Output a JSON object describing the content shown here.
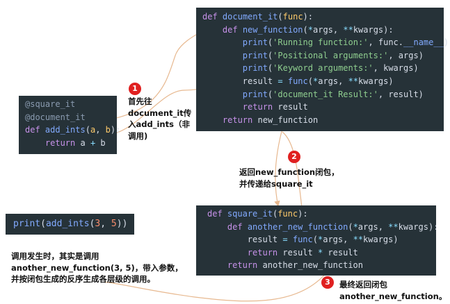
{
  "code_document": {
    "l1": {
      "kw": "def",
      "name": "document_it",
      "open": "(",
      "arg": "func",
      "close": "):"
    },
    "l2": {
      "kw": "def",
      "name": "new_function",
      "open": "(",
      "star1": "*",
      "args": "args",
      "comma": ", ",
      "star2": "**",
      "kwargs": "kwargs",
      "close": "):"
    },
    "l3": {
      "fn": "print",
      "open": "(",
      "s": "'Running function:'",
      "rest": ", func.",
      "dunder": "__name__",
      "close": ")"
    },
    "l4": {
      "fn": "print",
      "open": "(",
      "s": "'Positional arguments:'",
      "rest": ", args",
      "close": ")"
    },
    "l5": {
      "fn": "print",
      "open": "(",
      "s": "'Keyword arguments:'",
      "rest": ", kwargs",
      "close": ")"
    },
    "l6": {
      "lhs": "result",
      "eq": " = ",
      "fn": "func",
      "open": "(",
      "star1": "*",
      "args": "args",
      "comma": ", ",
      "star2": "**",
      "kwargs": "kwargs",
      "close": ")"
    },
    "l7": {
      "fn": "print",
      "open": "(",
      "s": "'document_it Result:'",
      "rest": ", result",
      "close": ")"
    },
    "l8": {
      "kw": "return",
      "rest": " result"
    },
    "l9": {
      "kw": "return",
      "rest": " new_function"
    }
  },
  "code_add": {
    "l1": "@square_it",
    "l2": "@document_it",
    "l3": {
      "kw": "def",
      "name": "add_ints",
      "open": "(",
      "a": "a",
      "comma": ", ",
      "b": "b",
      "close": "):"
    },
    "l4": {
      "kw": "return",
      "a": " a ",
      "op": "+",
      "b": " b"
    }
  },
  "code_square": {
    "l1": {
      "kw": "def",
      "name": "square_it",
      "open": "(",
      "arg": "func",
      "close": "):"
    },
    "l2": {
      "kw": "def",
      "name": "another_new_function",
      "open": "(",
      "star1": "*",
      "args": "args",
      "comma": ", ",
      "star2": "**",
      "kwargs": "kwargs",
      "close": "):"
    },
    "l3": {
      "lhs": "result",
      "eq": " = ",
      "fn": "func",
      "open": "(",
      "star1": "*",
      "args": "args",
      "comma": ", ",
      "star2": "**",
      "kwargs": "kwargs",
      "close": ")"
    },
    "l4": {
      "kw": "return",
      "rest": " result ",
      "op": "*",
      "rest2": " result"
    },
    "l5": {
      "kw": "return",
      "sp": " ",
      "name": "another_new_function"
    }
  },
  "code_print": {
    "fn": "print",
    "open": "(",
    "inner": "add_ints",
    "open2": "(",
    "n1": "3",
    "comma": ", ",
    "n2": "5",
    "close2": ")",
    "close": ")"
  },
  "annotations": {
    "badge1": "1",
    "a1_l1": "首先往",
    "a1_l2": "document_it传",
    "a1_l3": "入add_ints（非",
    "a1_l4": "调用)",
    "badge2": "2",
    "a2_l1": "返回new_function闭包，",
    "a2_l2": "并传递给square_it",
    "badge3": "3",
    "a3_l1": "最终返回闭包",
    "a3_l2": "another_new_function。",
    "a4_l1": "调用发生时，其实是调用",
    "a4_l2": "another_new_function(3, 5)，带入参数，",
    "a4_l3": "并按闭包生成的反序生成各层级的调用。"
  },
  "colors": {
    "code_bg": "#263238",
    "keyword": "#c792ea",
    "function": "#82aaff",
    "string": "#8fce8f",
    "decorator": "#8a9bb0",
    "number": "#f78c6c",
    "arrow": "#e7b88f",
    "underline": "#59b35b",
    "badge": "#e02020"
  }
}
